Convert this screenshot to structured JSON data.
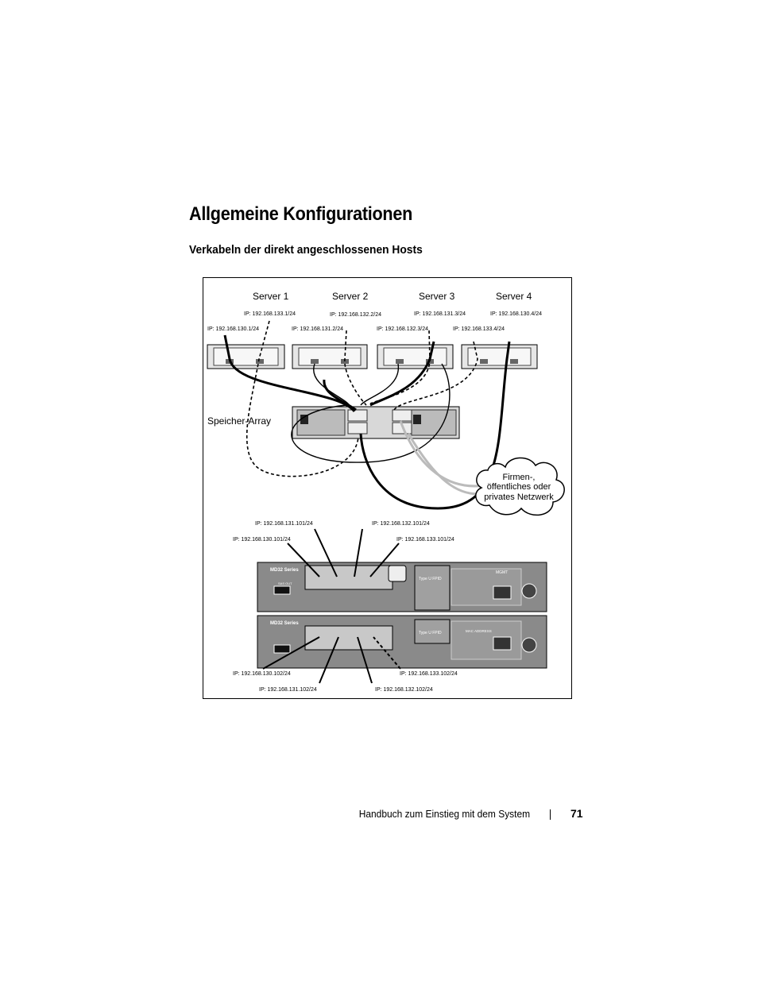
{
  "heading": "Allgemeine Konfigurationen",
  "subheading": "Verkabeln der direkt angeschlossenen Hosts",
  "figure": {
    "servers": [
      "Server 1",
      "Server 2",
      "Server 3",
      "Server 4"
    ],
    "server_ips_top": [
      "IP: 192.168.133.1/24",
      "IP: 192.168.132.2/24",
      "IP: 192.168.131.3/24",
      "IP: 192.168.130.4/24"
    ],
    "server_ips_bottom": [
      "IP: 192.168.130.1/24",
      "IP: 192.168.131.2/24",
      "IP: 192.168.132.3/24",
      "IP: 192.168.133.4/24"
    ],
    "storage_label": "Speicher-Array",
    "network_label_lines": [
      "Firmen-,",
      "öffentliches oder",
      "privates Netzwerk"
    ],
    "controller_ips_top": [
      "IP: 192.168.131.101/24",
      "IP: 192.168.132.101/24",
      "IP: 192.168.130.101/24",
      "IP: 192.168.133.101/24"
    ],
    "controller_ips_bottom": [
      "IP: 192.168.130.102/24",
      "IP: 192.168.133.102/24",
      "IP: 192.168.131.102/24",
      "IP: 192.168.132.102/24"
    ],
    "controller_series": "MD32 Series",
    "controller_fpid": "Type U FPID",
    "controller_mgmt": "MGMT",
    "controller_mac": "MAC ADDRESS",
    "controller_sas": "SAS OUT"
  },
  "footer": {
    "text": "Handbuch zum Einstieg mit dem System",
    "page_number": "71"
  }
}
